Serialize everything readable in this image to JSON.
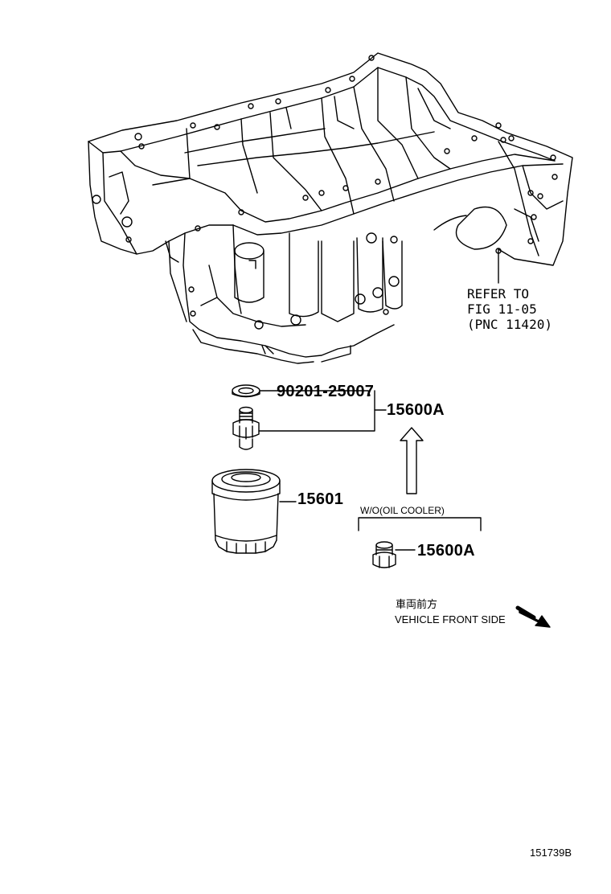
{
  "callouts": {
    "gasket_part": "90201-25007",
    "union_assembly_part": "15600A",
    "oil_filter_part": "15601",
    "plug_part": "15600A"
  },
  "reference": {
    "line1": "REFER TO",
    "line2": "FIG 11-05",
    "line3": "(PNC 11420)"
  },
  "variant_label": "W/O(OIL COOLER)",
  "front_side": {
    "jp_label": "車両前方",
    "en_label": "VEHICLE FRONT SIDE"
  },
  "figure_id": "151739B"
}
